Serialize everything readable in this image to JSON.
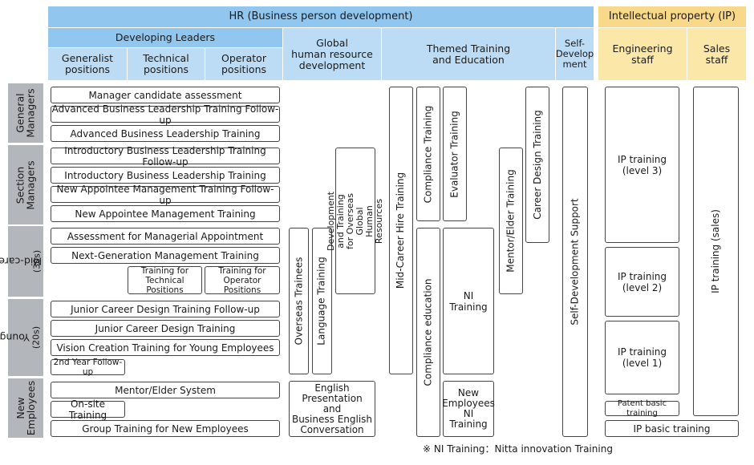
{
  "headers": {
    "hr": "HR (Business person development)",
    "ip": "Intellectual property (IP)",
    "developing_leaders": "Developing Leaders",
    "generalist": "Generalist\npositions",
    "technical": "Technical\npositions",
    "operator": "Operator\npositions",
    "global": "Global\nhuman resource\ndevelopment",
    "themed": "Themed Training\nand Education",
    "self_dev": "Self-\nDevelop\nment",
    "engineering": "Engineering\nstaff",
    "sales": "Sales\nstaff"
  },
  "rows": {
    "general_managers": "General\nManagers",
    "section_managers": "Section\nManagers",
    "mid_career": "Mid-career",
    "mid_career_sub": "(30s)",
    "young": "Young",
    "young_sub": "(20s)",
    "new_employees": "New\nEmployees"
  },
  "leaders": {
    "manager_candidate": "Manager candidate assessment",
    "abl_followup": "Advanced Business Leadership Training Follow-up",
    "abl": "Advanced Business Leadership Training",
    "ibl_followup": "Introductory Business Leadership Training Follow-up",
    "ibl": "Introductory Business Leadership Training",
    "nam_followup": "New Appointee Management Training Follow-up",
    "nam": "New Appointee Management Training",
    "managerial_appt": "Assessment for Managerial Appointment",
    "next_gen": "Next-Generation Management Training",
    "tech_positions": "Training for\nTechnical Positions",
    "op_positions": "Training for\nOperator Positions",
    "jcd_followup": "Junior Career Design Training Follow-up",
    "jcd": "Junior Career Design Training",
    "vision": "Vision Creation Training for Young Employees",
    "second_year": "2nd Year Follow-up",
    "mentor_system": "Mentor/Elder System",
    "onsite": "On-site Training",
    "group_new": "Group Training for New Employees"
  },
  "global": {
    "overseas_trainees": "Overseas Trainees",
    "language": "Language Training",
    "overseas_dev": "Development and Training\nfor Overseas Global Human\nResources",
    "english": "English\nPresentation\nand\nBusiness English\nConversation"
  },
  "themed": {
    "mid_hire": "Mid-Career Hire Training",
    "compliance_training": "Compliance Training",
    "evaluator": "Evaluator Training",
    "mentor_elder": "Mentor/Elder Training",
    "career_design": "Career Design Training",
    "compliance_edu": "Compliance education",
    "ni": "NI\nTraining",
    "new_ni": "New\nEmployees\nNI\nTraining"
  },
  "self_dev": {
    "support": "Self-Development Support"
  },
  "ip": {
    "level3": "IP training\n(level 3)",
    "level2": "IP training\n(level 2)",
    "level1": "IP training\n(level 1)",
    "patent": "Patent basic training",
    "basic": "IP basic training",
    "sales": "IP training (sales)"
  },
  "footnote": "※ NI Training：Nitta innovation Training"
}
